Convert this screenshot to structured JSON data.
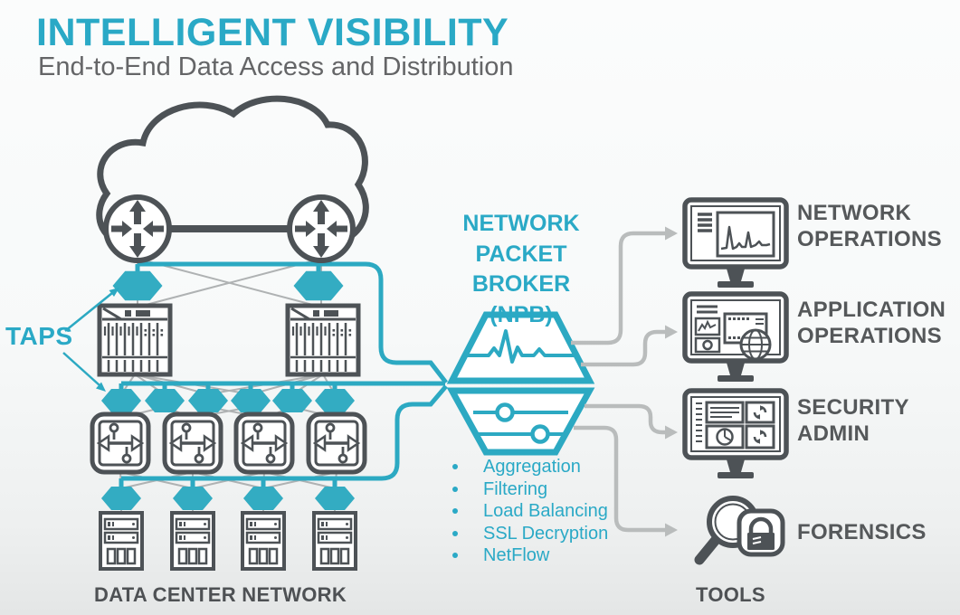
{
  "header": {
    "title": "INTELLIGENT VISIBILITY",
    "subtitle": "End-to-End Data Access and Distribution"
  },
  "left": {
    "taps_label": "TAPS",
    "footer_label": "DATA CENTER NETWORK",
    "icons": [
      "cloud-icon",
      "router-icon",
      "tap-icon",
      "core-switch-chassis-icon",
      "access-switch-icon",
      "server-icon"
    ]
  },
  "npb": {
    "title_lines": [
      "NETWORK",
      "PACKET",
      "BROKER",
      "(NPB)"
    ],
    "features": [
      "Aggregation",
      "Filtering",
      "Load Balancing",
      "SSL Decryption",
      "NetFlow"
    ],
    "icons": [
      "pulse-hexagon-icon",
      "sliders-hexagon-icon"
    ]
  },
  "tools": {
    "footer_label": "TOOLS",
    "items": [
      {
        "label_lines": [
          "NETWORK",
          "OPERATIONS"
        ],
        "icon": "monitor-waveform-icon"
      },
      {
        "label_lines": [
          "APPLICATION",
          "OPERATIONS"
        ],
        "icon": "monitor-apps-globe-icon"
      },
      {
        "label_lines": [
          "SECURITY",
          "ADMIN"
        ],
        "icon": "monitor-dashboard-icon"
      },
      {
        "label_lines": [
          "FORENSICS"
        ],
        "icon": "magnifier-lock-icon"
      }
    ]
  },
  "colors": {
    "accent_teal": "#2AA9C6",
    "tap_fill": "#33ACC2",
    "icon_dark_gray": "#4D5256",
    "label_gray": "#55585A",
    "subtitle_gray": "#646567",
    "mesh_line_gray": "#AFB2B3",
    "arrow_gray": "#B9BCBC",
    "background": "#F7F9F9"
  }
}
